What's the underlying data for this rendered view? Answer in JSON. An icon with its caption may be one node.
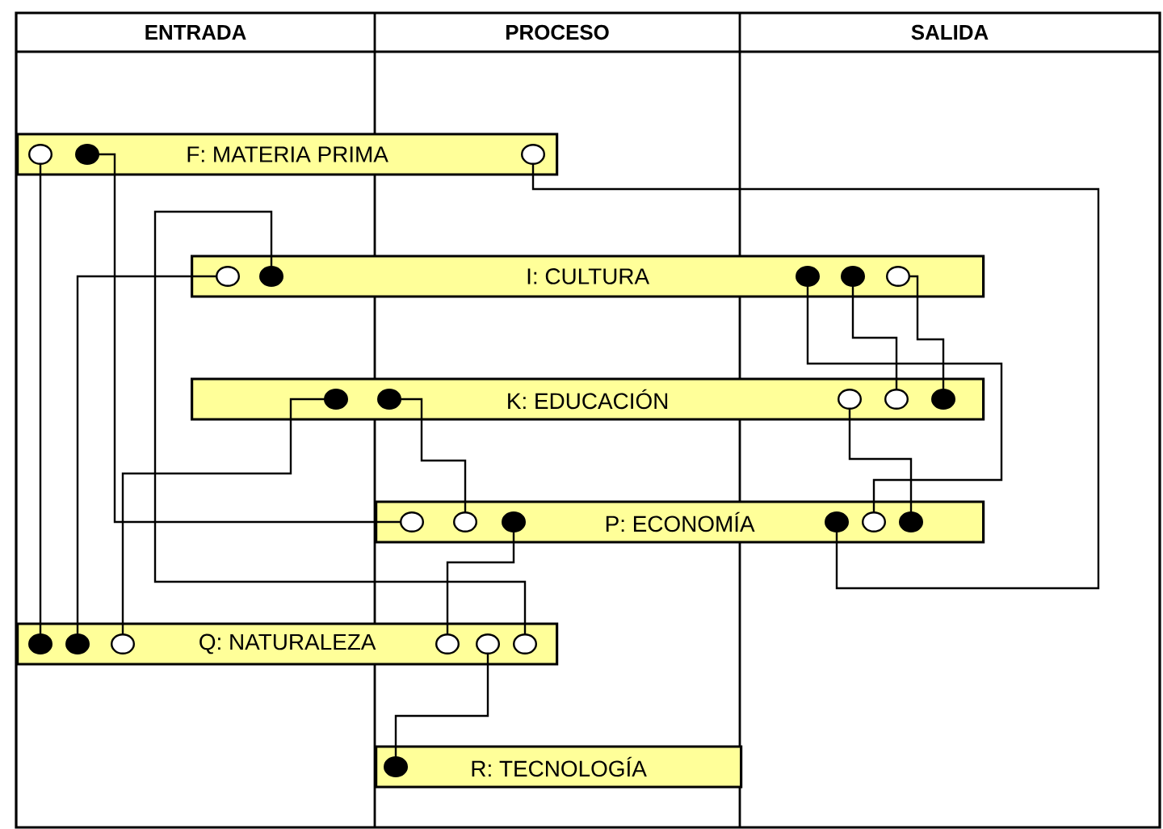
{
  "diagram": {
    "nodes": [
      {
        "text": [
          "F: MATERIA PRIMA"
        ]
      },
      {
        "text": [
          "I: CULTURA"
        ]
      },
      {
        "text": [
          "K: EDUCACIÓN"
        ]
      },
      {
        "text": [
          "P: ECONOMÍA"
        ]
      },
      {
        "text": [
          "Q: NATURALEZA"
        ]
      },
      {
        "text": [
          "R: TECNOLOGÍA"
        ]
      }
    ],
    "edges": [
      {
        "from": 0,
        "to": 4,
        "arrow": "other"
      },
      {
        "from": 0,
        "to": 3,
        "arrow": "other"
      },
      {
        "from": 0,
        "to": 3,
        "arrow": "other"
      },
      {
        "from": 1,
        "to": 4,
        "arrow": "other"
      },
      {
        "from": 1,
        "to": 4,
        "arrow": "other"
      },
      {
        "from": 1,
        "to": 3,
        "arrow": "other"
      },
      {
        "from": 1,
        "to": 2,
        "arrow": "other"
      },
      {
        "from": 1,
        "to": 2,
        "arrow": "other"
      },
      {
        "from": 2,
        "to": 4,
        "arrow": "other"
      },
      {
        "from": 2,
        "to": 3,
        "arrow": "other"
      },
      {
        "from": 2,
        "to": 3,
        "arrow": "other"
      },
      {
        "from": 3,
        "to": 4,
        "arrow": "other"
      },
      {
        "from": 4,
        "to": 5,
        "arrow": "other"
      }
    ],
    "labels": [
      "ENTRADA",
      "PROCESO",
      "SALIDA"
    ]
  }
}
